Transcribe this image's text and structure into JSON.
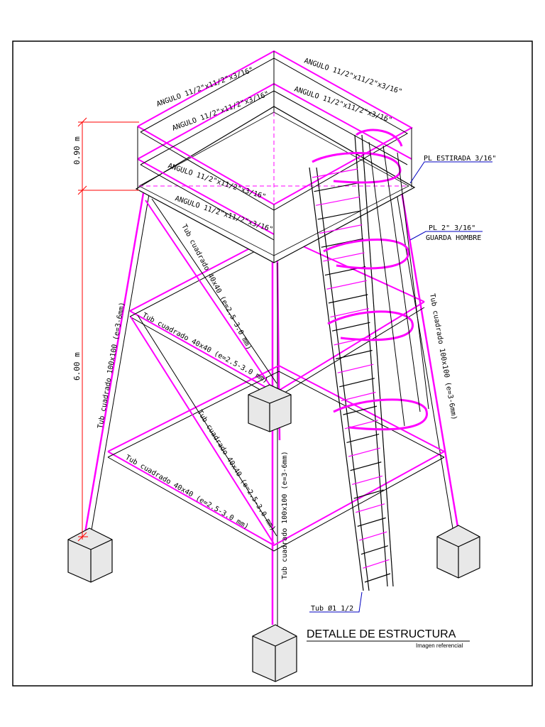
{
  "colors": {
    "accent": "#ff00ff",
    "dimension": "#ff0000",
    "leader": "#0000c0",
    "line": "#000000"
  },
  "labels": {
    "angulo_back_right": "ANGULO 11/2\"x11/2\"x3/16\"",
    "angulo_back_left": "ANGULO 11/2\"x11/2\"x3/16\"",
    "angulo_upper_left": "ANGULO 11/2\"x11/2\"x3/16\"",
    "angulo_upper_right": "ANGULO 11/2\"x11/2\"x3/16\"",
    "angulo_lower_left": "ANGULO 11/2\"x11/2\"x3/16\"",
    "angulo_lower_front": "ANGULO 11/2\"x11/2\"x3/16\"",
    "pl_estirada": "PL ESTIRADA 3/16\"",
    "pl_2": "PL 2\" 3/16\"",
    "guarda_hombre": "GUARDA HOMBRE",
    "tub_diag_upper": "Tub cuadrado 40x40 (e=2.5-3.0 mm)",
    "tub_horiz_upper": "Tub cuadrado 40x40 (e=2.5-3.0 mm)",
    "tub_diag_lower": "Tub cuadrado 40x40 (e=2.5-3.0 mm)",
    "tub_horiz_lower": "Tub cuadrado 40x40 (e=2.5-3.0 mm)",
    "tub_leg_left": "Tub cuadrado 100x100 (e=3-6mm)",
    "tub_leg_front": "Tub cuadrado 100x100 (e=3-6mm)",
    "tub_leg_right": "Tub cuadrado 100x100 (e=3-6mm)",
    "tub_ladder": "Tub Ø1 1/2"
  },
  "dimensions": {
    "railing_height": "0.90 m",
    "tower_height": "6.00 m"
  },
  "title": {
    "main": "DETALLE DE ESTRUCTURA",
    "sub": "Imagen referencial"
  }
}
